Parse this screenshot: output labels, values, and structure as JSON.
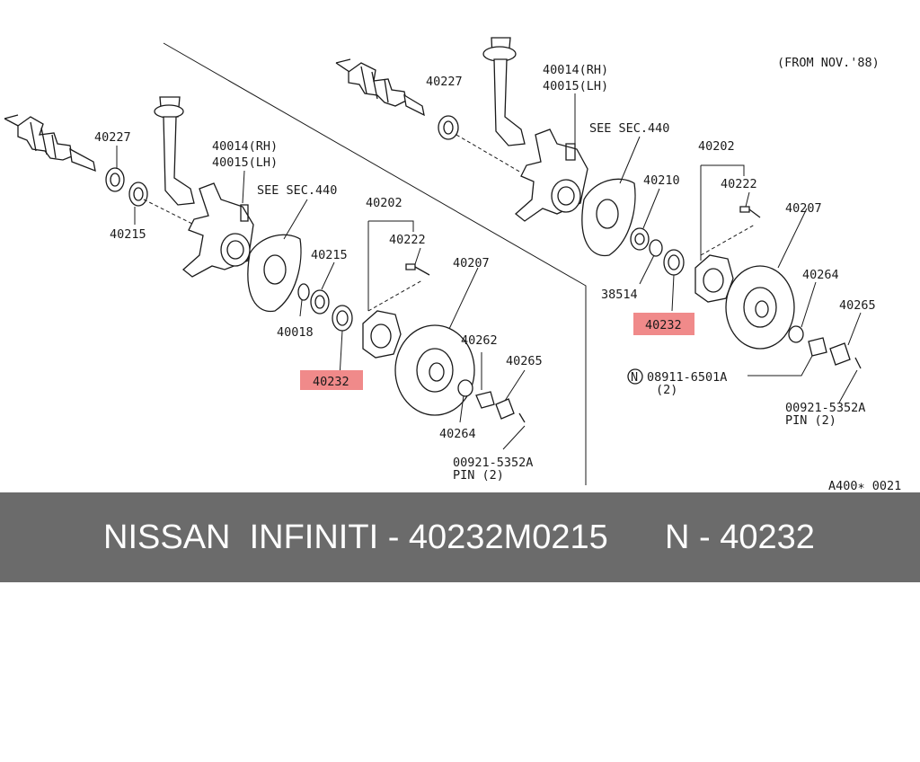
{
  "diagram": {
    "note_top_right": "(FROM NOV.'88)",
    "drawing_code": "A400∗ 0021",
    "highlight_color": "#f08a8a",
    "left_assembly": {
      "p40227": "40227",
      "p40215_a": "40215",
      "p40014": "40014(RH)",
      "p40015": "40015(LH)",
      "see_sec": "SEE SEC.440",
      "p40202": "40202",
      "p40222": "40222",
      "p40215_b": "40215",
      "p40207": "40207",
      "p40018": "40018",
      "p40232": "40232",
      "p40262": "40262",
      "p40265": "40265",
      "p40264": "40264",
      "p00921": "00921-5352A",
      "pin": "PIN (2)"
    },
    "right_assembly": {
      "p40227": "40227",
      "p40014": "40014(RH)",
      "p40015": "40015(LH)",
      "see_sec": "SEE SEC.440",
      "p40202": "40202",
      "p40210": "40210",
      "p40222": "40222",
      "p40207": "40207",
      "p38514": "38514",
      "p40232": "40232",
      "p40264": "40264",
      "p40265": "40265",
      "nut_marker": "N",
      "p08911": "08911-6501A",
      "nut_qty": "(2)",
      "p00921": "00921-5352A",
      "pin": "PIN (2)"
    }
  },
  "footer": {
    "left_text": "NISSAN  INFINITI - 40232M0215",
    "right_text": "N - 40232"
  }
}
